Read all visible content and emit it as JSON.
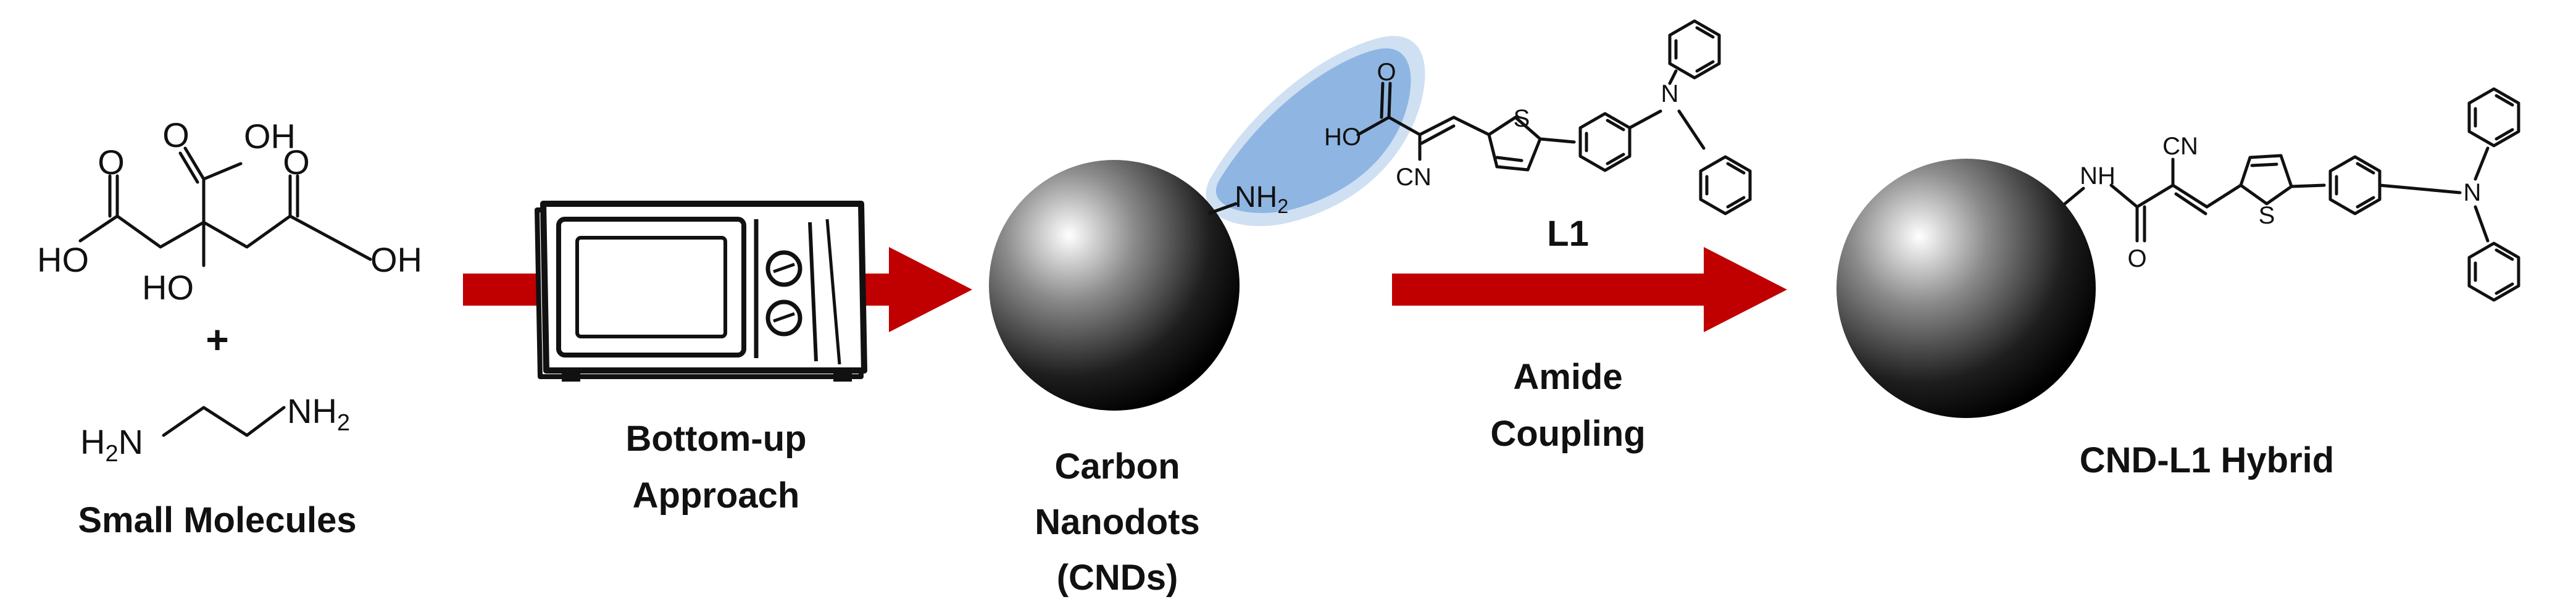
{
  "labels": {
    "small_molecules": "Small Molecules",
    "bottom_up_1": "Bottom-up",
    "bottom_up_2": "Approach",
    "cnd_1": "Carbon",
    "cnd_2": "Nanodots",
    "cnd_3": "(CNDs)",
    "ligand": "L1",
    "amide_1": "Amide",
    "amide_2": "Coupling",
    "hybrid": "CND-L1 Hybrid",
    "plus": "+"
  },
  "chem": {
    "o": "O",
    "oh": "OH",
    "ho": "HO",
    "ho_acid": "HO",
    "nh2": "NH",
    "sub2": "2",
    "h2n": "H",
    "n": "N",
    "cn": "CN",
    "s": "S",
    "nh": "NH"
  },
  "colors": {
    "arrow": "#c00000",
    "highlight": "#8fb6e2",
    "sphere_light": "#ffffff",
    "sphere_dark": "#000000"
  },
  "icons": [
    "microwave-icon",
    "carbon-nanodot-sphere",
    "reaction-arrow"
  ]
}
